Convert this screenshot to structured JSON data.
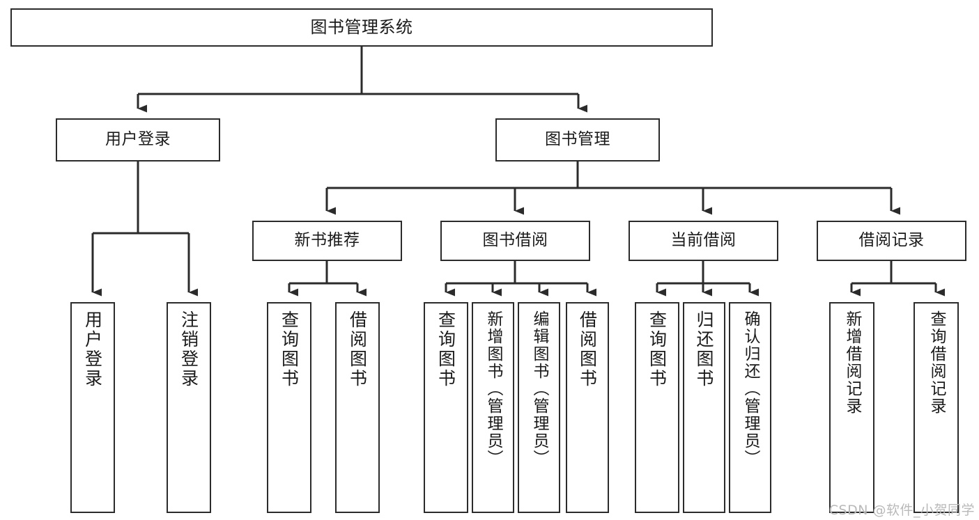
{
  "diagram": {
    "title": "图书管理系统",
    "type": "tree",
    "root": {
      "label": "图书管理系统"
    },
    "level2": [
      {
        "label": "用户登录"
      },
      {
        "label": "图书管理"
      }
    ],
    "level3": [
      {
        "label": "新书推荐"
      },
      {
        "label": "图书借阅"
      },
      {
        "label": "当前借阅"
      },
      {
        "label": "借阅记录"
      }
    ],
    "leaves": {
      "user_login": [
        {
          "label": "用户登录"
        },
        {
          "label": "注销登录"
        }
      ],
      "new_book_recommend": [
        {
          "label": "查询图书"
        },
        {
          "label": "借阅图书"
        }
      ],
      "book_borrow": [
        {
          "label": "查询图书"
        },
        {
          "label": "新增图书（管理员）"
        },
        {
          "label": "编辑图书（管理员）"
        },
        {
          "label": "借阅图书"
        }
      ],
      "current_borrow": [
        {
          "label": "查询图书"
        },
        {
          "label": "归还图书"
        },
        {
          "label": "确认归还（管理员）"
        }
      ],
      "borrow_record": [
        {
          "label": "新增借阅记录"
        },
        {
          "label": "查询借阅记录"
        }
      ]
    }
  },
  "watermark": {
    "text": "CSDN @软件_小贺同学"
  },
  "colors": {
    "box_border": "#2b2b2b",
    "box_fill": "#ffffff",
    "connector": "#2b2b2b",
    "text": "#1a1a1a",
    "watermark": "#b9b9b9",
    "background": "#ffffff"
  }
}
